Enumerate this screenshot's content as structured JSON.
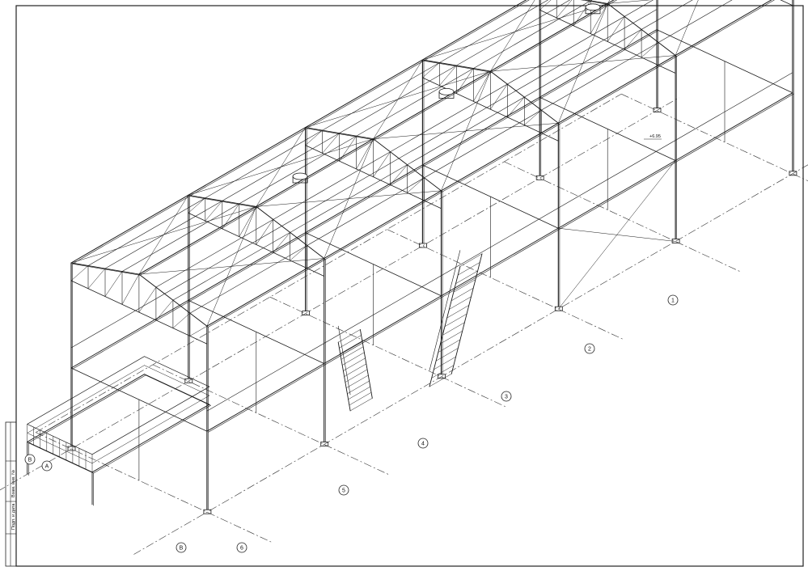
{
  "drawing": {
    "axes_numeric": [
      {
        "label": "1"
      },
      {
        "label": "2"
      },
      {
        "label": "3"
      },
      {
        "label": "4"
      },
      {
        "label": "5"
      },
      {
        "label": "6"
      }
    ],
    "axes_letter": [
      {
        "label": "B"
      },
      {
        "label": "A"
      },
      {
        "label": "B"
      }
    ],
    "elevation_mark": "+6.95",
    "side_stamp": {
      "field_1": "Подп. и дата",
      "field_2": "Взам. инв. №"
    }
  }
}
